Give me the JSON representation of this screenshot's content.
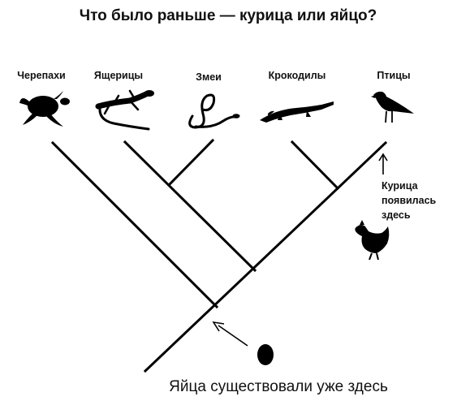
{
  "title": "Что было раньше — курица или яйцо?",
  "taxa": [
    {
      "name": "Черепахи",
      "icon": "turtle-icon"
    },
    {
      "name": "Ящерицы",
      "icon": "lizard-icon"
    },
    {
      "name": "Змеи",
      "icon": "snake-icon"
    },
    {
      "name": "Крокодилы",
      "icon": "crocodile-icon"
    },
    {
      "name": "Птицы",
      "icon": "bird-icon"
    }
  ],
  "chicken_note": {
    "lines": [
      "Курица",
      "появилась",
      "здесь"
    ],
    "icon": "chicken-icon"
  },
  "egg_note": {
    "text": "Яйца существовали уже здесь",
    "icon": "egg-icon"
  }
}
